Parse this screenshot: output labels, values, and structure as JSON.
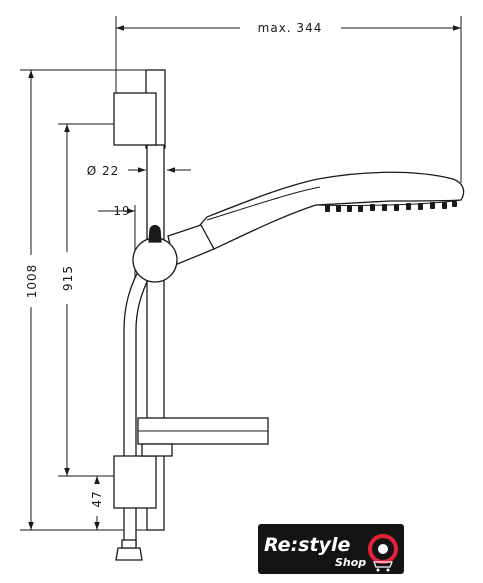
{
  "dimensions": {
    "max_width": "max. 344",
    "total_height": "1008",
    "bar_height": "915",
    "bar_diameter": "Ø 22",
    "offset": "19",
    "bottom_offset": "47"
  },
  "logo": {
    "main": "Re:style",
    "sub": "Shop",
    "accent_color": "#e5213a",
    "background_color": "#141414"
  }
}
